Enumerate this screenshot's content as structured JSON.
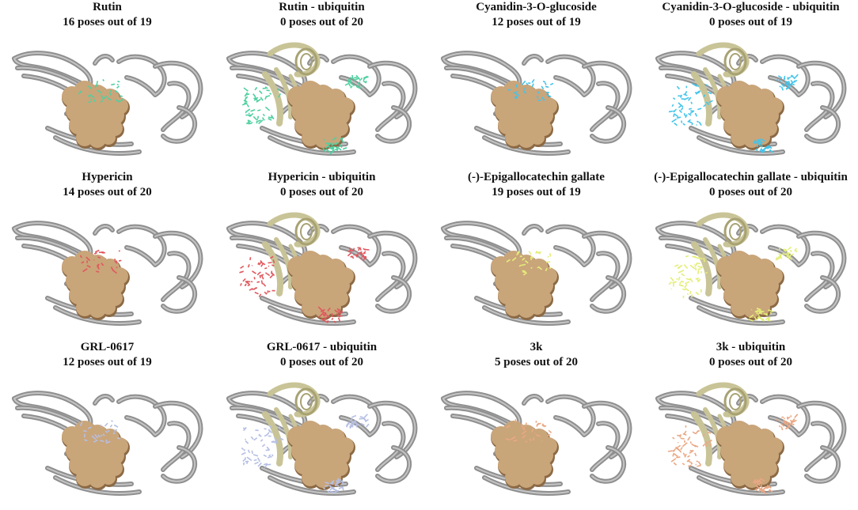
{
  "figure": {
    "panels": [
      {
        "title": "Rutin",
        "poses": "16 poses out of 19",
        "ligand_color": "#4fd0a0",
        "ubiquitin": false
      },
      {
        "title": "Rutin - ubiquitin",
        "poses": "0 poses out of 20",
        "ligand_color": "#4fd0a0",
        "ubiquitin": true
      },
      {
        "title": "Cyanidin-3-O-glucoside",
        "poses": "12 poses out of 19",
        "ligand_color": "#44c4ea",
        "ubiquitin": false
      },
      {
        "title": "Cyanidin-3-O-glucoside - ubiquitin",
        "poses": "0 poses out of 19",
        "ligand_color": "#44c4ea",
        "ubiquitin": true
      },
      {
        "title": "Hypericin",
        "poses": "14 poses out of 20",
        "ligand_color": "#e0585e",
        "ubiquitin": false
      },
      {
        "title": "Hypericin - ubiquitin",
        "poses": "0 poses out of 20",
        "ligand_color": "#e0585e",
        "ubiquitin": true
      },
      {
        "title": "(-)-Epigallocatechin gallate",
        "poses": "19 poses out of 19",
        "ligand_color": "#e4ee78",
        "ubiquitin": false
      },
      {
        "title": "(-)-Epigallocatechin gallate - ubiquitin",
        "poses": "0 poses out of 20",
        "ligand_color": "#e4ee78",
        "ubiquitin": true
      },
      {
        "title": "GRL-0617",
        "poses": "12 poses out of 19",
        "ligand_color": "#b6bfe4",
        "ubiquitin": false
      },
      {
        "title": "GRL-0617 - ubiquitin",
        "poses": "0 poses out of 20",
        "ligand_color": "#b6bfe4",
        "ubiquitin": true
      },
      {
        "title": "3k",
        "poses": "5 poses out of 20",
        "ligand_color": "#eaa884",
        "ubiquitin": false
      },
      {
        "title": "3k - ubiquitin",
        "poses": "0 poses out of 20",
        "ligand_color": "#eaa884",
        "ubiquitin": true
      }
    ],
    "colors": {
      "protein_ribbon": "#8f8f8f",
      "protein_ribbon_highlight": "#c4c4c4",
      "binding_surface": "#c9a57a",
      "binding_surface_shadow": "#8c6a45",
      "ubiquitin": "#c9c497"
    }
  }
}
